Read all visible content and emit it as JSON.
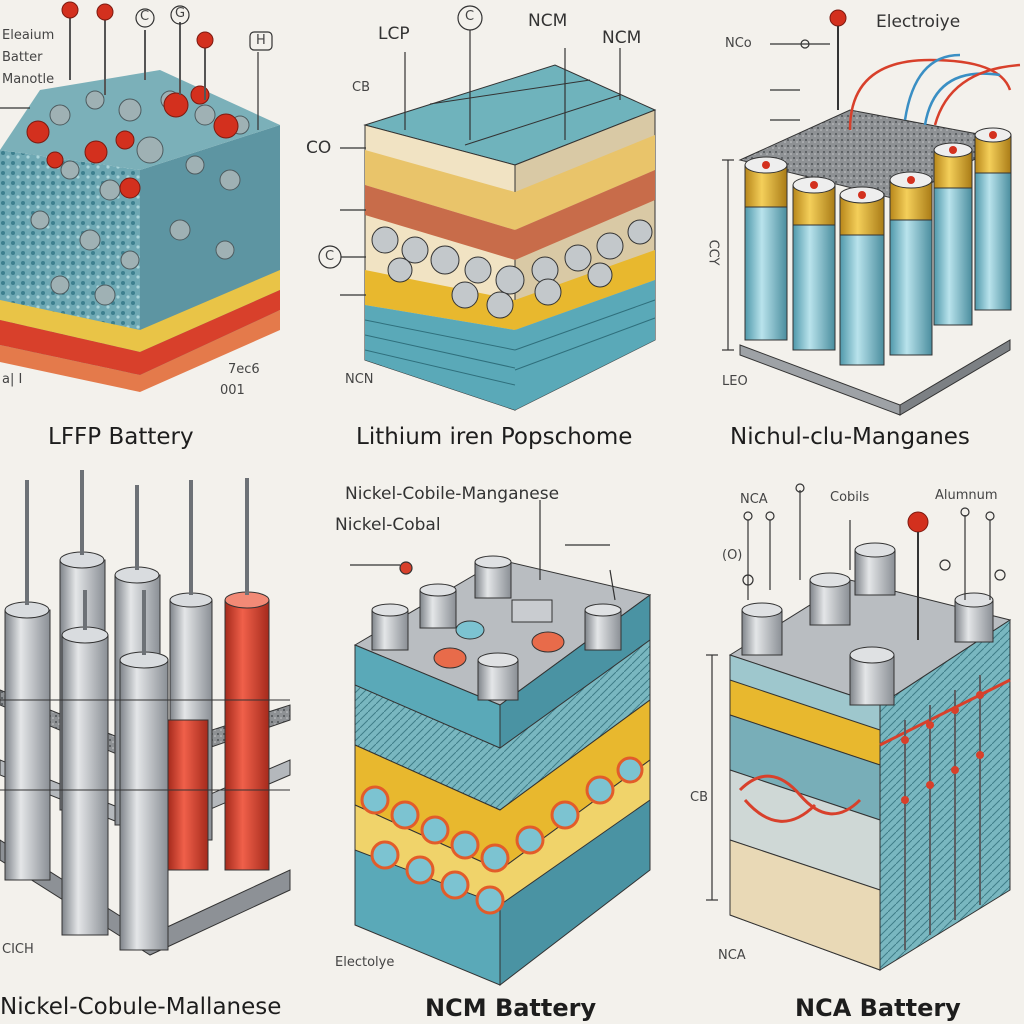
{
  "panels": {
    "p1": {
      "caption": "LFFP Battery",
      "labels": {
        "a": "Eleaium",
        "b": "Batter",
        "c": "Manotle",
        "d": "C",
        "e": "G",
        "f": "H",
        "g": "7ec6",
        "h": "001",
        "i": "a| I"
      }
    },
    "p2": {
      "caption": "Lithium iren Popschome",
      "labels": {
        "a": "LCP",
        "b": "C",
        "c": "NCM",
        "d": "NCM",
        "e": "CB",
        "f": "CO",
        "g": "C",
        "h": "NCN"
      }
    },
    "p3": {
      "caption": "Nichul-clu-Manganes",
      "labels": {
        "a": "NCo",
        "b": "Electroiye",
        "c": "CCY",
        "d": "LEO"
      }
    },
    "p4": {
      "caption": "Nickel-Cobule-Mallanese",
      "labels": {
        "a": "CICH"
      }
    },
    "p5": {
      "caption": "NCM Battery",
      "labels": {
        "a": "Nickel-Cobile-Manganese",
        "b": "Nickel-Cobal",
        "c": "Electolye"
      }
    },
    "p6": {
      "caption": "NCA Battery",
      "labels": {
        "a": "NCA",
        "b": "Cobils",
        "c": "Alumnum",
        "d": "CB",
        "e": "NCA",
        "f": "(O)"
      }
    }
  },
  "colors": {
    "background": "#f3f1ec",
    "teal": "#5aa9b8",
    "red": "#d8402b",
    "yellow": "#e8b82e",
    "silver": "#a9acb0"
  }
}
